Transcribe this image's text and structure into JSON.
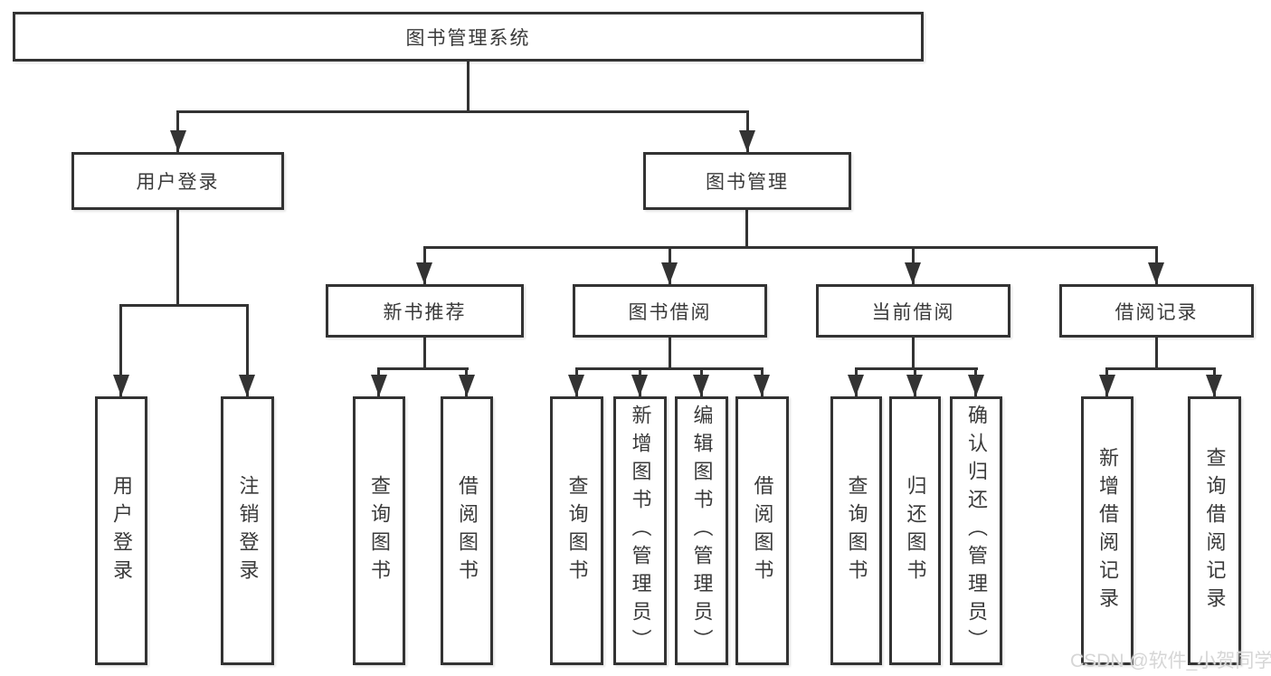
{
  "colors": {
    "line": "#333333",
    "text": "#3a3a3a",
    "background": "#ffffff",
    "watermark_text": "#d6d6d6"
  },
  "nodes": {
    "root": "图书管理系统",
    "user_login": "用户登录",
    "book_mgmt": "图书管理",
    "new_book_rec": "新书推荐",
    "book_borrow": "图书借阅",
    "current_borrow": "当前借阅",
    "borrow_records": "借阅记录",
    "leaf_user_login": "用户登录",
    "leaf_logout": "注销登录",
    "rec_query_books": "查询图书",
    "rec_borrow_books": "借阅图书",
    "bor_query_books": "查询图书",
    "bor_add_books": "新增图书（管理员）",
    "bor_edit_books": "编辑图书（管理员）",
    "bor_borrow_books": "借阅图书",
    "cur_query_books": "查询图书",
    "cur_return_books": "归还图书",
    "cur_confirm_return": "确认归还（管理员）",
    "rec_add_record": "新增借阅记录",
    "rec_query_record": "查询借阅记录"
  },
  "watermark": "CSDN @软件_小贺同学"
}
